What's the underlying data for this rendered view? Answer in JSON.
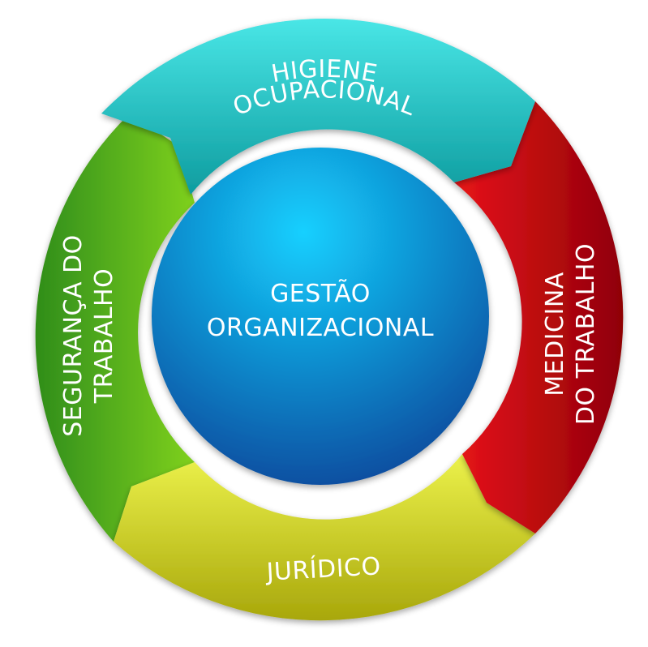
{
  "center": {
    "line1": "GESTÃO",
    "line2": "ORGANIZACIONAL",
    "color_top": "#14d0ff",
    "color_bottom": "#0a3f95"
  },
  "segments": {
    "top": {
      "line1": "HIGIENE",
      "line2": "OCUPACIONAL",
      "color_light": "#49e6e6",
      "color_dark": "#0e9c9f"
    },
    "right": {
      "line1": "MEDICINA",
      "line2": "DO TRABALHO",
      "color_light": "#e8141a",
      "color_dark": "#8f0006"
    },
    "bottom": {
      "line1": "JURÍDICO",
      "color_light": "#ecf24b",
      "color_dark": "#a8a70b"
    },
    "left": {
      "line1": "SEGURANÇA DO",
      "line2": "TRABALHO",
      "color_light": "#7fd11f",
      "color_dark": "#2f8d19"
    }
  }
}
